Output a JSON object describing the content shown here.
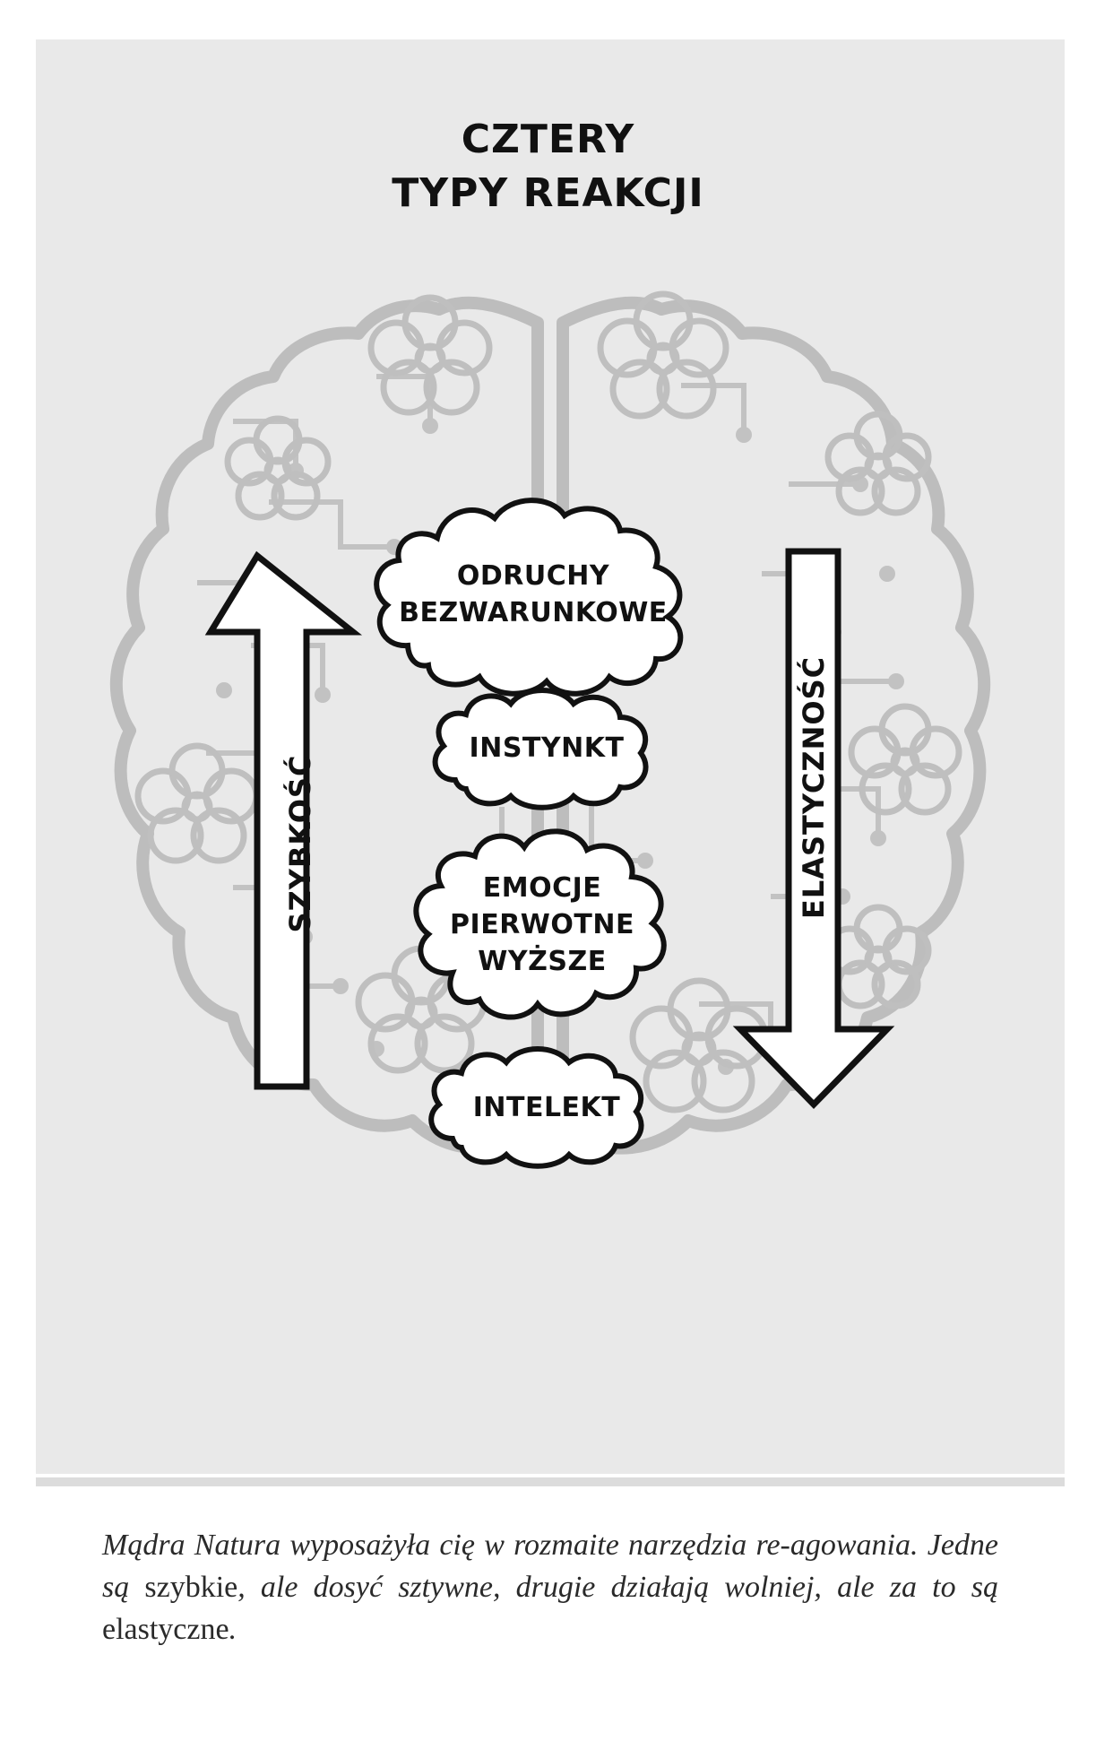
{
  "title": {
    "line1": "CZTERY",
    "line2": "TYPY REAKCJI"
  },
  "clouds": [
    {
      "id": "odruchy",
      "lines": [
        "ODRUCHY",
        "BEZWARUNKOWE"
      ]
    },
    {
      "id": "instynkt",
      "lines": [
        "INSTYNKT"
      ]
    },
    {
      "id": "emocje",
      "lines": [
        "EMOCJE",
        "PIERWOTNE",
        "WYŻSZE"
      ]
    },
    {
      "id": "intelekt",
      "lines": [
        "INTELEKT"
      ]
    }
  ],
  "arrows": {
    "left": {
      "label": "SZYBKOŚĆ",
      "direction": "up"
    },
    "right": {
      "label": "ELASTYCZNOŚĆ",
      "direction": "down"
    }
  },
  "caption": {
    "p1": "Mądra Natura wyposażyła cię w rozmaite narzędzia re-agowania. Jedne są ",
    "p2": "szybkie",
    "p3": ", ale dosyć sztywne, drugie działają wolniej, ale za to są ",
    "p4": "elastyczne",
    "p5": "."
  },
  "colors": {
    "panel": "#e9e9e9",
    "brain": "#b9b9b9",
    "ink": "#111111"
  }
}
